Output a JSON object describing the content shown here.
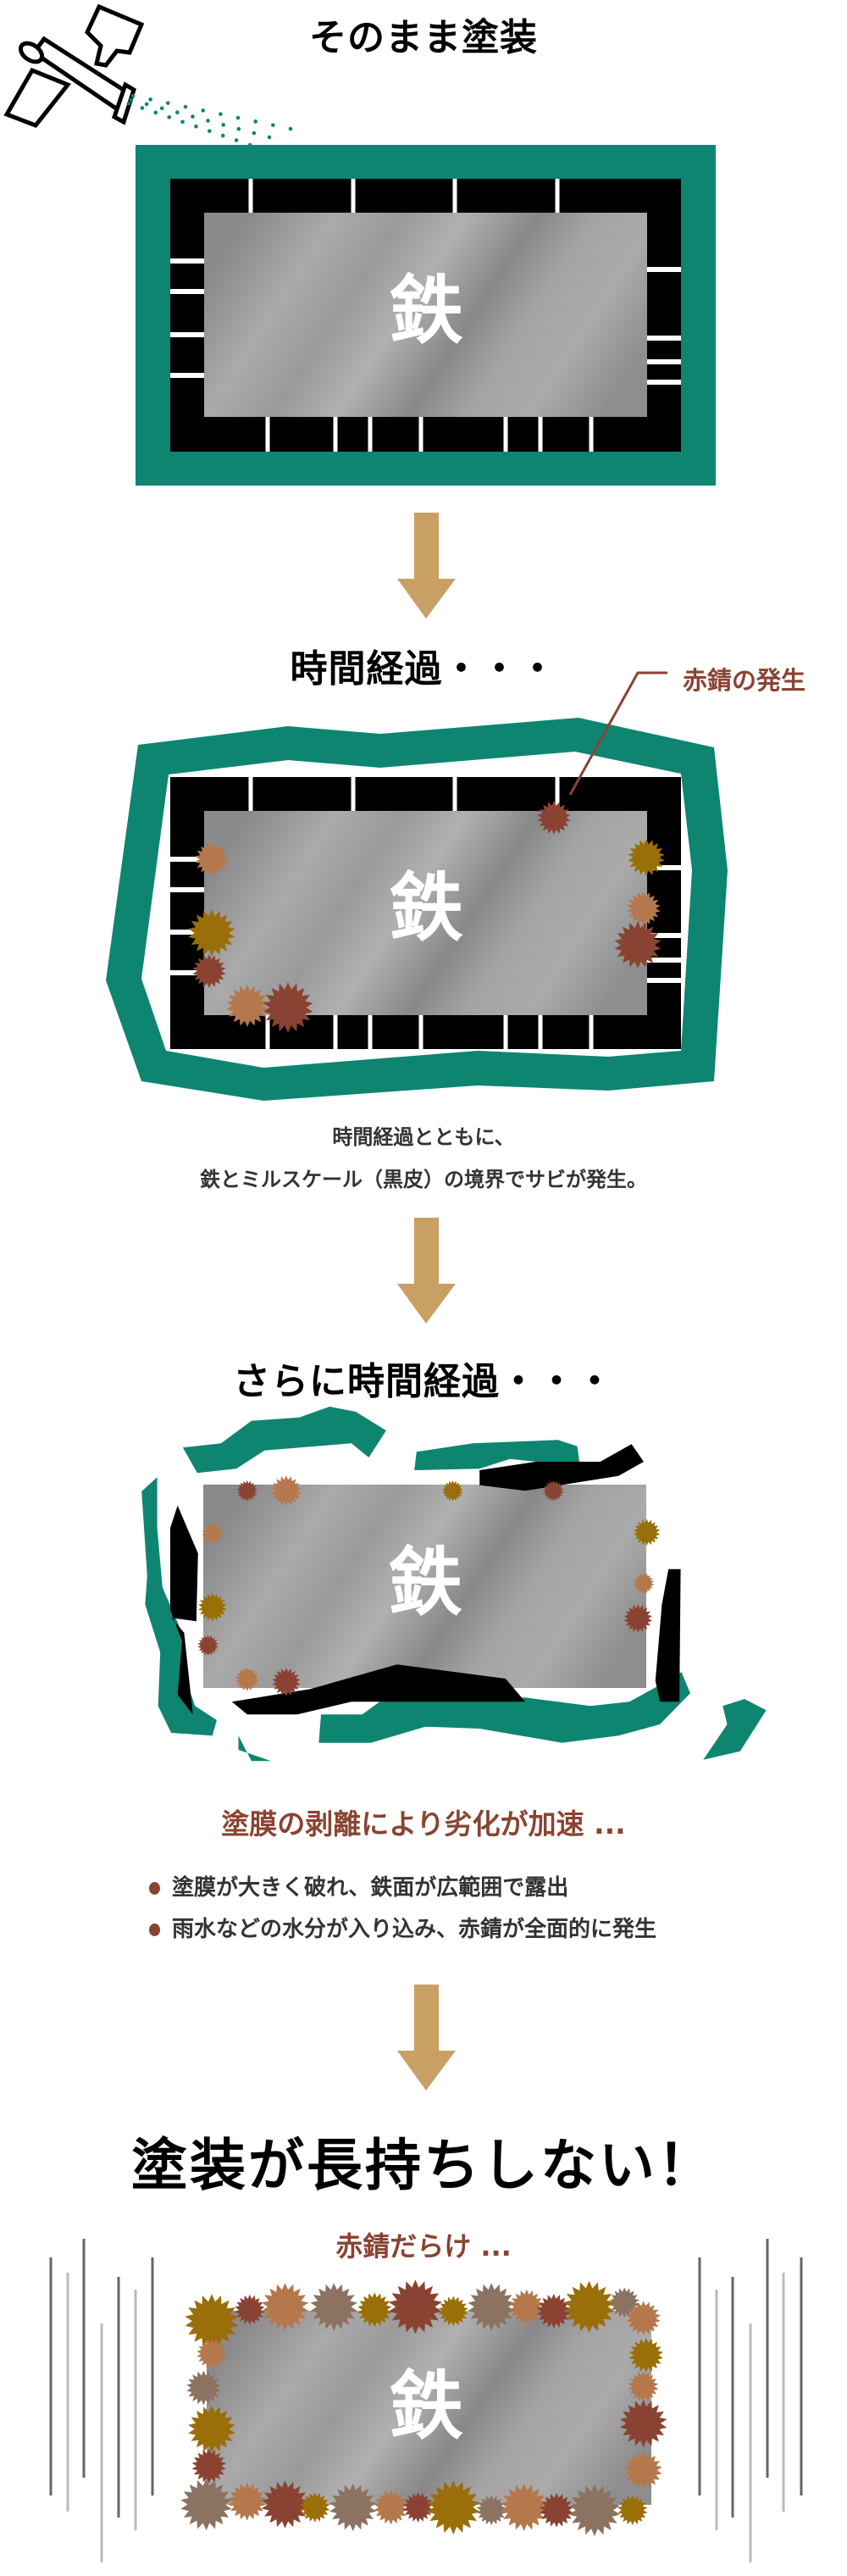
{
  "stage1": {
    "title": "そのまま塗装"
  },
  "iron": {
    "label": "鉄"
  },
  "stage2": {
    "title": "時間経過・・・",
    "callout": "赤錆の発生",
    "caption_line1": "時間経過とともに、",
    "caption_line2": "鉄とミルスケール（黒皮）の境界でサビが発生。"
  },
  "stage3": {
    "title": "さらに時間経過・・・",
    "headline": "塗膜の剥離により劣化が加速 ...",
    "bullets": [
      "塗膜が大きく破れ、鉄面が広範囲で露出",
      "雨水などの水分が入り込み、赤錆が全面的に発生"
    ]
  },
  "stage4": {
    "title": "塗装が長持ちしない！",
    "subtitle": "赤錆だらけ ..."
  },
  "colors": {
    "paint": "#0e8571",
    "mill_scale": "#000000",
    "arrow": "#c8a064",
    "accent": "#8a4332",
    "rust_red": "#8a4332",
    "rust_tan": "#b5784c",
    "rust_olive": "#9a6e08",
    "rust_grey": "#8c7260",
    "rain_dark": "#666666",
    "rain_light": "#bbbbbb"
  },
  "icons": {
    "spray_gun": "spray-gun-icon",
    "arrow": "arrow-down-icon",
    "rust": "rust-spot-icon"
  }
}
